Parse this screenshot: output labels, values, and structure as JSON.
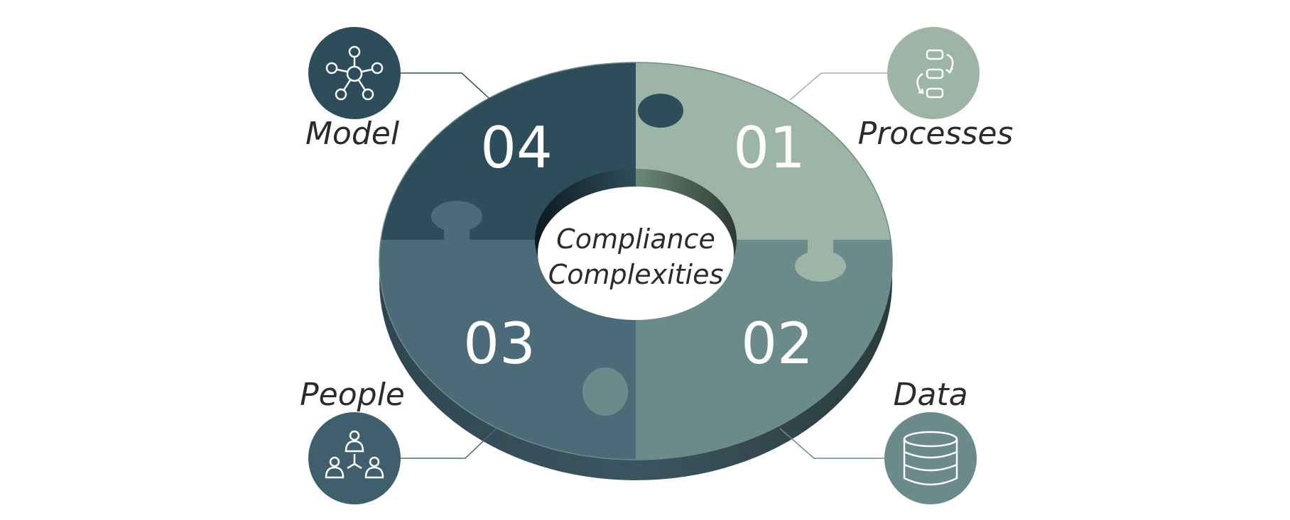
{
  "title": {
    "line1": "Compliance",
    "line2": "Complexities"
  },
  "segments": [
    {
      "number": "01",
      "label": "Processes",
      "icon": "process-flow-icon",
      "color": "#9db5a7"
    },
    {
      "number": "02",
      "label": "Data",
      "icon": "database-icon",
      "color": "#6b8a8a"
    },
    {
      "number": "03",
      "label": "People",
      "icon": "people-hierarchy-icon",
      "color": "#4b6b78"
    },
    {
      "number": "04",
      "label": "Model",
      "icon": "network-model-icon",
      "color": "#2e4d5a"
    }
  ]
}
